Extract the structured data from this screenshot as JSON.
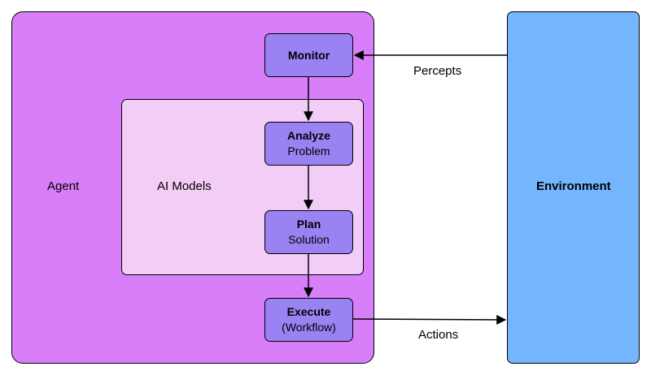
{
  "agent": {
    "label": "Agent"
  },
  "ai_models": {
    "label": "AI Models"
  },
  "environment": {
    "label": "Environment"
  },
  "nodes": {
    "monitor": {
      "title": "Monitor"
    },
    "analyze": {
      "title": "Analyze",
      "subtitle": "Problem"
    },
    "plan": {
      "title": "Plan",
      "subtitle": "Solution"
    },
    "execute": {
      "title": "Execute",
      "subtitle": "(Workflow)"
    }
  },
  "edges": {
    "percepts": "Percepts",
    "actions": "Actions"
  },
  "colors": {
    "agent_fill": "#d97ef9",
    "ai_models_fill": "#f2cdf5",
    "environment_fill": "#73b6fd",
    "node_fill": "#9a82f3",
    "stroke": "#000000"
  }
}
